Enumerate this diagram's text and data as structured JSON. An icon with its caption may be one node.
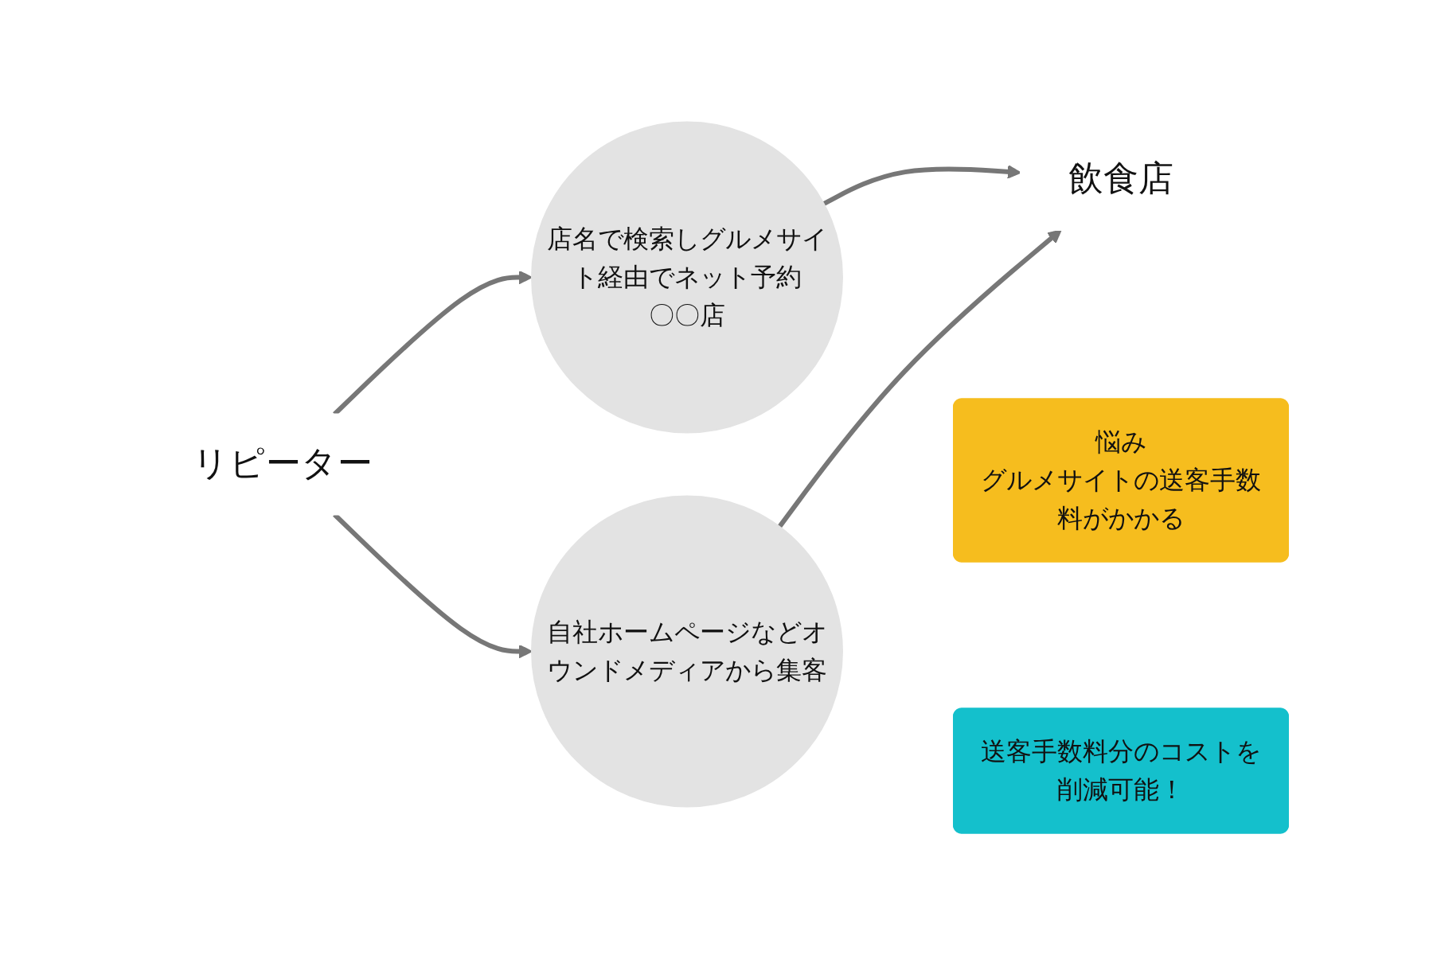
{
  "diagram": {
    "nodes": [
      {
        "text": [
          "リピーター"
        ]
      },
      {
        "text": [
          "店名で検索しグルメサイト経由でネット予約",
          "〇〇店"
        ]
      },
      {
        "text": [
          "自社ホームページなどオウンドメディアから集客"
        ]
      },
      {
        "text": [
          "飲食店"
        ]
      },
      {
        "text": [
          "悩み",
          "グルメサイトの送客手数料がかかる"
        ]
      },
      {
        "text": [
          "送客手数料分のコストを削減可能！"
        ]
      }
    ],
    "edges": [
      {
        "from": 0,
        "to": 1,
        "arrow": "to"
      },
      {
        "from": 0,
        "to": 2,
        "arrow": "to"
      },
      {
        "from": 1,
        "to": 3,
        "arrow": "to"
      },
      {
        "from": 2,
        "to": 3,
        "arrow": "to"
      }
    ]
  }
}
